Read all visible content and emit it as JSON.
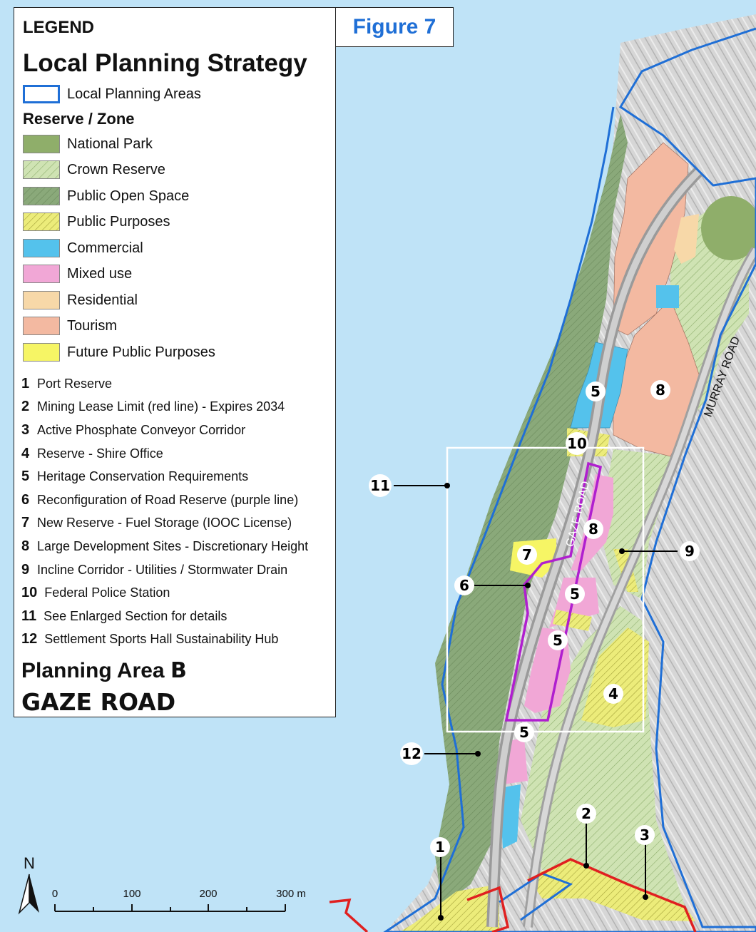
{
  "figure_label": "Figure 7",
  "legend": {
    "heading": "LEGEND",
    "title": "Local Planning Strategy",
    "boundary_label": "Local Planning Areas",
    "reserve_zone_heading": "Reserve / Zone",
    "zones": [
      {
        "label": "National Park",
        "color": "#8fae6a",
        "pattern": "solid"
      },
      {
        "label": "Crown Reserve",
        "color": "#cfe3b3",
        "pattern": "hatch-light"
      },
      {
        "label": "Public Open Space",
        "color": "#87a679",
        "pattern": "hatch-dark"
      },
      {
        "label": "Public Purposes",
        "color": "#ecec7a",
        "pattern": "hatch-yellow"
      },
      {
        "label": "Commercial",
        "color": "#54c2ec",
        "pattern": "solid"
      },
      {
        "label": "Mixed use",
        "color": "#f1a7d6",
        "pattern": "solid"
      },
      {
        "label": "Residential",
        "color": "#f7d8a8",
        "pattern": "solid"
      },
      {
        "label": "Tourism",
        "color": "#f3b9a1",
        "pattern": "solid"
      },
      {
        "label": "Future Public Purposes",
        "color": "#f6f565",
        "pattern": "solid"
      }
    ],
    "numbered_items": [
      {
        "num": "1",
        "text": "Port Reserve"
      },
      {
        "num": "2",
        "text": "Mining Lease Limit (red line) - Expires 2034"
      },
      {
        "num": "3",
        "text": "Active Phosphate Conveyor Corridor"
      },
      {
        "num": "4",
        "text": "Reserve - Shire Office"
      },
      {
        "num": "5",
        "text": "Heritage Conservation Requirements"
      },
      {
        "num": "6",
        "text": "Reconfiguration of Road Reserve (purple line)"
      },
      {
        "num": "7",
        "text": "New Reserve - Fuel Storage (IOOC License)"
      },
      {
        "num": "8",
        "text": "Large Development Sites - Discretionary Height"
      },
      {
        "num": "9",
        "text": "Incline Corridor - Utilities / Stormwater Drain"
      },
      {
        "num": "10",
        "text": "Federal Police Station"
      },
      {
        "num": "11",
        "text": "See Enlarged Section for details"
      },
      {
        "num": "12",
        "text": "Settlement Sports Hall Sustainability Hub"
      }
    ],
    "planning_area_prefix": "Planning Area",
    "planning_area_letter": "B",
    "planning_area_name": "GAZE ROAD"
  },
  "map": {
    "road_labels": [
      "GAZE ROAD",
      "MURRAY ROAD"
    ],
    "markers": [
      "1",
      "2",
      "3",
      "4",
      "5",
      "5",
      "5",
      "5",
      "6",
      "7",
      "8",
      "8",
      "9",
      "10",
      "11",
      "12"
    ],
    "north_label": "N",
    "scale_ticks": [
      "0",
      "100",
      "200",
      "300 m"
    ]
  },
  "colors": {
    "sea": "#bfe3f7",
    "boundary": "#1f6fd6",
    "mining_lease": "#e02020",
    "road_reserve": "#b01fcf",
    "title_blue": "#1f6fd6"
  }
}
